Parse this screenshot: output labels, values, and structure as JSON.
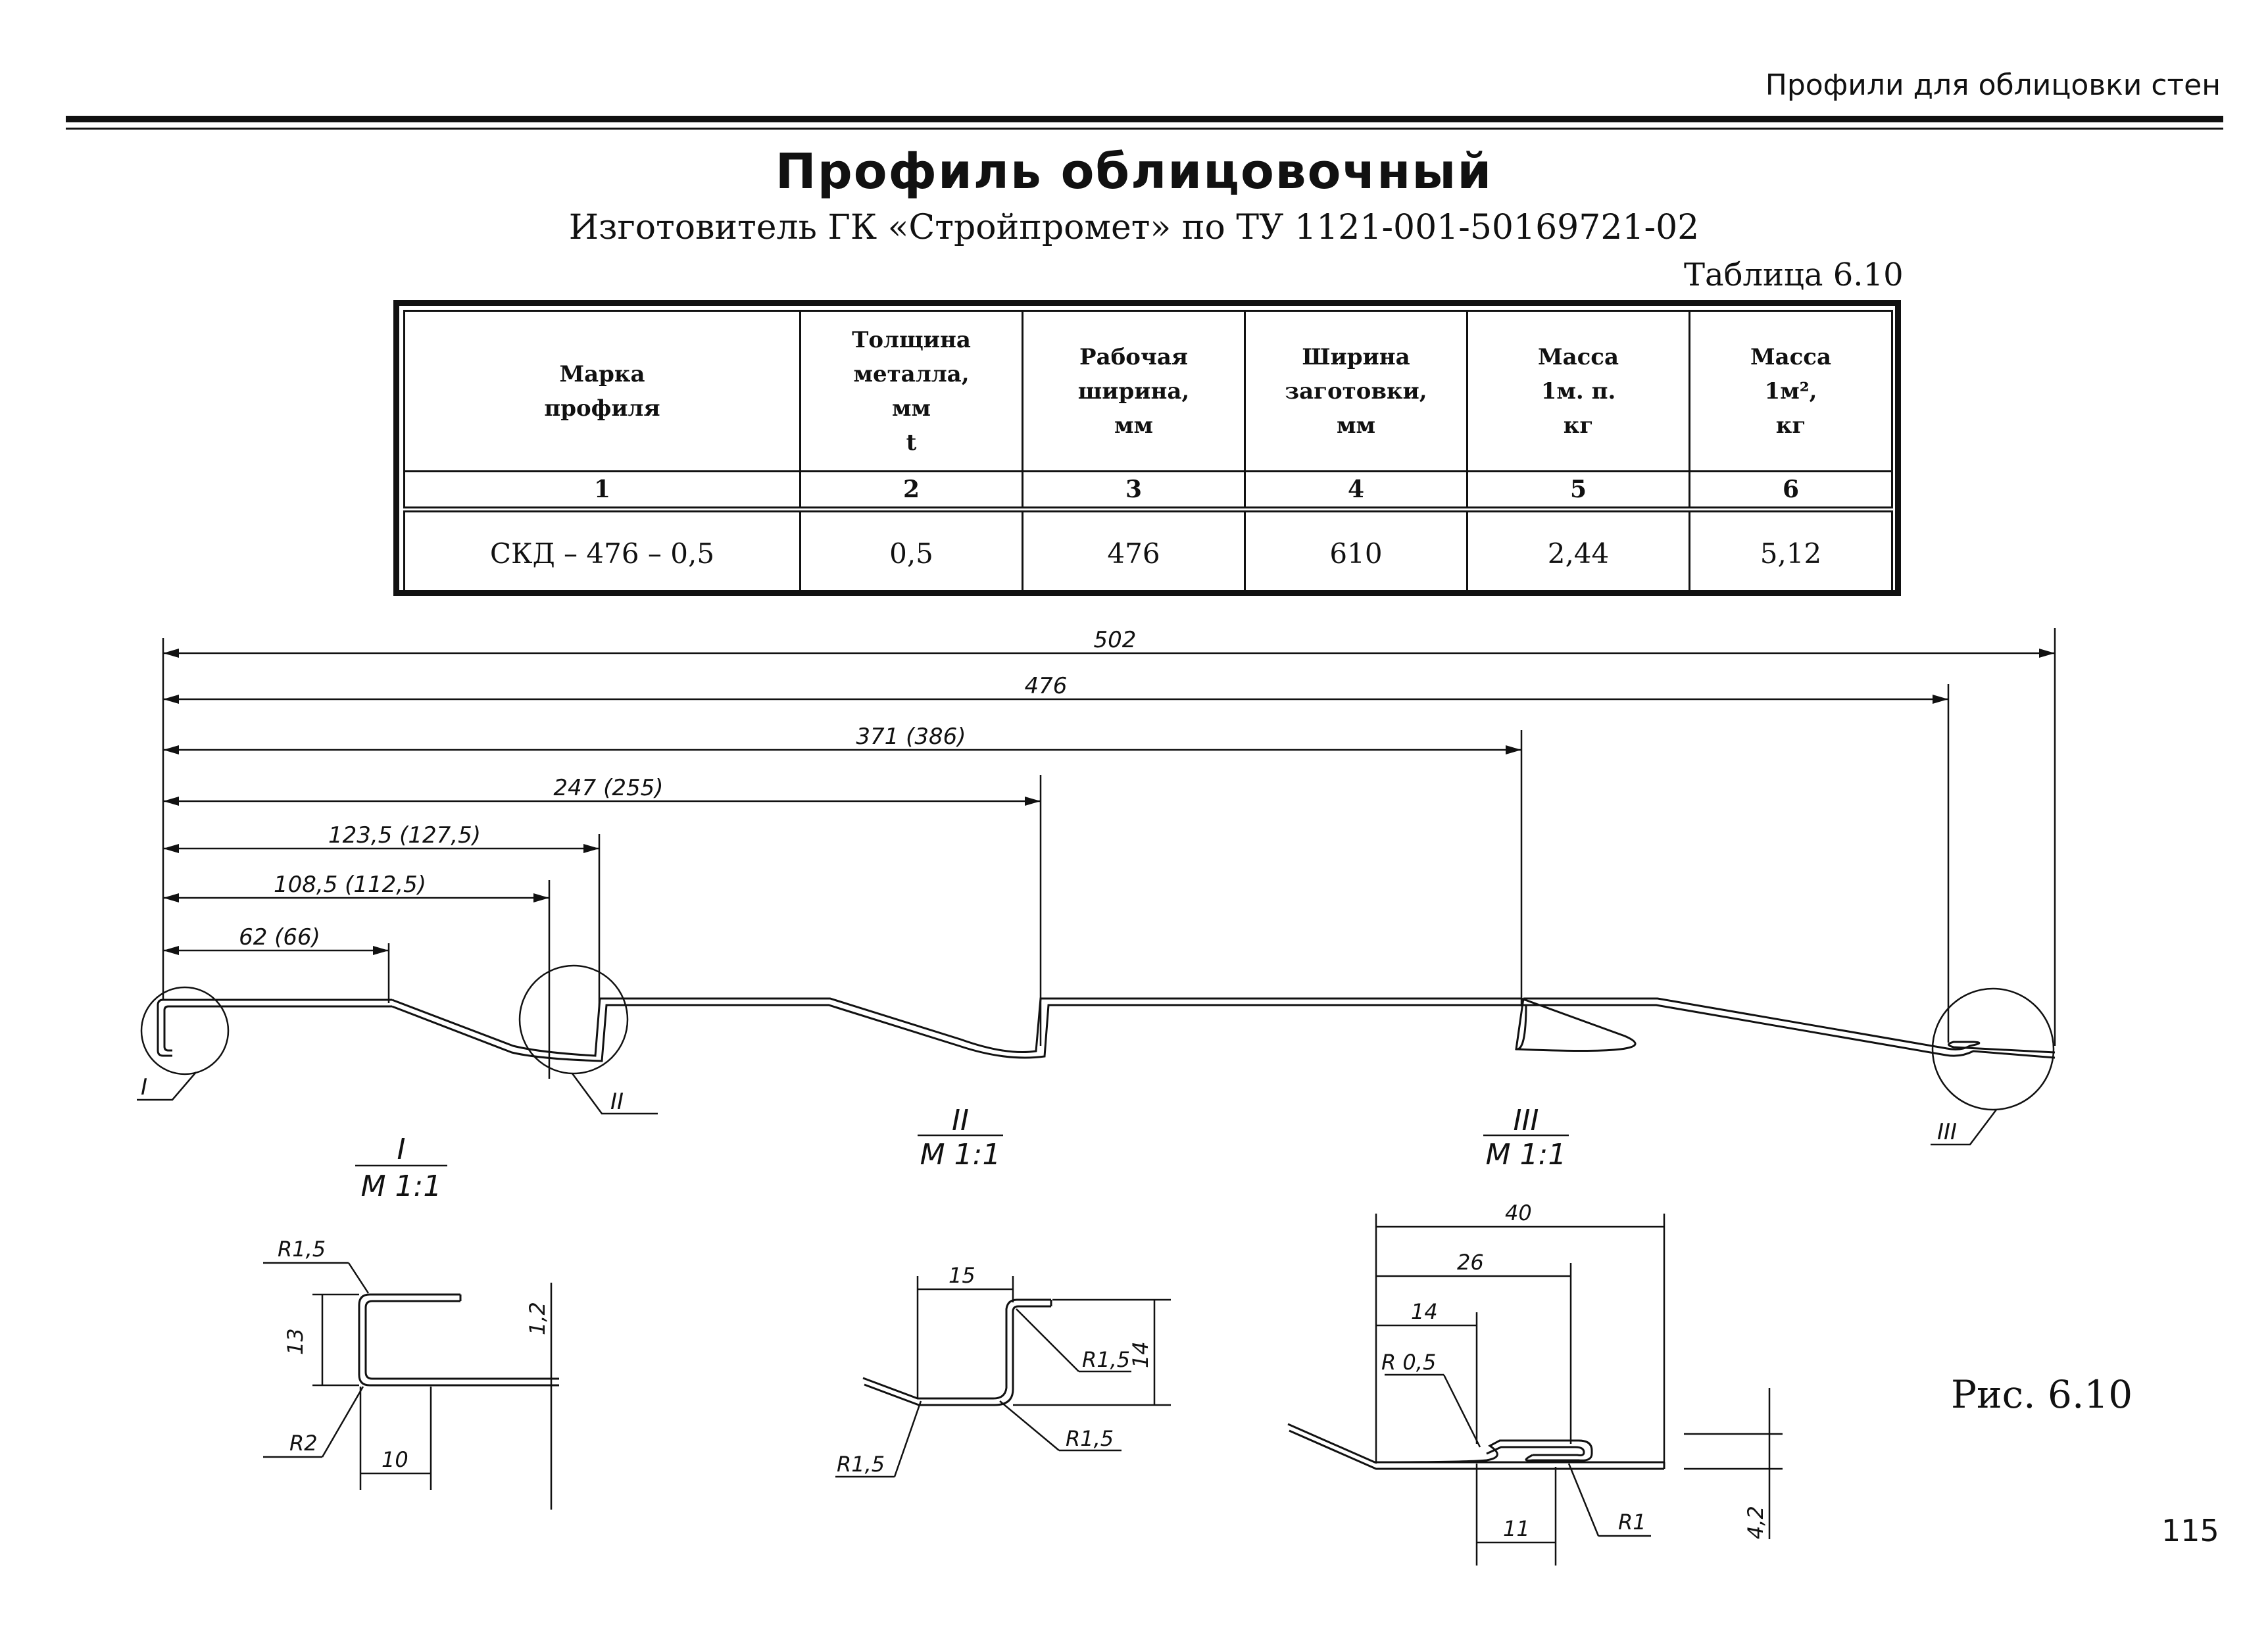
{
  "header": {
    "running_title": "Профили для облицовки стен"
  },
  "title": "Профиль облицовочный",
  "subtitle": "Изготовитель ГК «Стройпромет» по  ТУ 1121-001-50169721-02",
  "table_caption": "Таблица 6.10",
  "table": {
    "headers": [
      [
        "Марка",
        "профиля"
      ],
      [
        "Толщина",
        "металла,",
        "мм",
        "t"
      ],
      [
        "Рабочая",
        "ширина,",
        "мм"
      ],
      [
        "Ширина",
        "заготовки,",
        "мм"
      ],
      [
        "Масса",
        "1м. п.",
        "кг"
      ],
      [
        "Масса",
        "1м²,",
        "кг"
      ]
    ],
    "column_numbers": [
      "1",
      "2",
      "3",
      "4",
      "5",
      "6"
    ],
    "rows": [
      [
        "СКД – 476 – 0,5",
        "0,5",
        "476",
        "610",
        "2,44",
        "5,12"
      ]
    ]
  },
  "drawing": {
    "main_dimensions": [
      "502",
      "476",
      "371 (386)",
      "247 (255)",
      "123,5 (127,5)",
      "108,5 (112,5)",
      "62 (66)"
    ],
    "callouts": [
      "I",
      "II",
      "III"
    ],
    "details": [
      {
        "numeral": "I",
        "scale": "M 1:1",
        "labels": [
          "R1,5",
          "13",
          "1,2",
          "R2",
          "10"
        ]
      },
      {
        "numeral": "II",
        "scale": "M 1:1",
        "labels": [
          "15",
          "R1,5",
          "14",
          "R1,5",
          "R1,5"
        ]
      },
      {
        "numeral": "III",
        "scale": "M 1:1",
        "labels": [
          "40",
          "26",
          "14",
          "R 0,5",
          "11",
          "R1",
          "4,2"
        ]
      }
    ]
  },
  "figure_label": "Рис. 6.10",
  "page_number": "115"
}
